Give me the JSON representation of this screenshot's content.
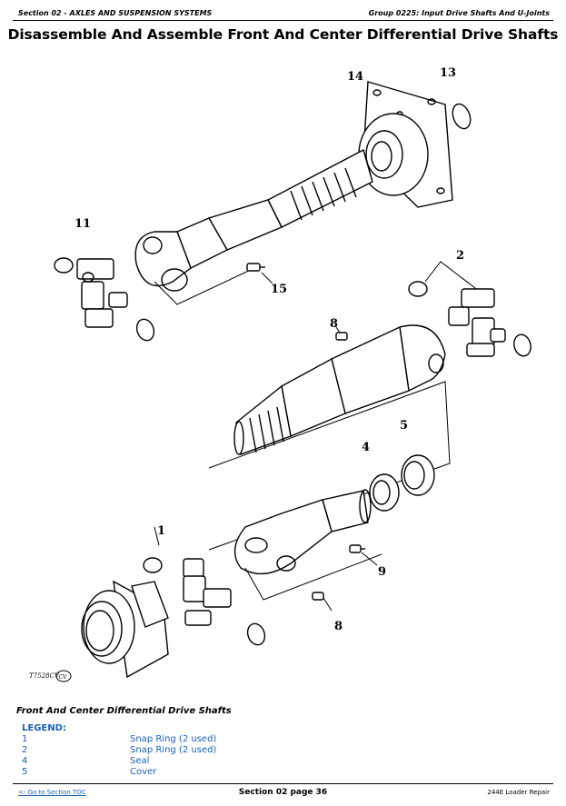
{
  "header": {
    "left": "Section 02 - AXLES AND SUSPENSION SYSTEMS",
    "right": "Group 0225: Input Drive Shafts And U-Joints"
  },
  "title": "Disassemble And Assemble Front And Center Differential Drive Shafts",
  "figure": {
    "callouts": {
      "c14": "14",
      "c13": "13",
      "c11": "11",
      "c15": "15",
      "c2": "2",
      "c8a": "8",
      "c5": "5",
      "c4": "4",
      "c1": "1",
      "c9": "9",
      "c8b": "8"
    },
    "code": "T7528CV",
    "code_tag": "CV"
  },
  "caption": "Front And Center Differential Drive Shafts",
  "legend": {
    "heading": "LEGEND:",
    "items": [
      {
        "num": "1",
        "text": "Snap Ring (2 used)"
      },
      {
        "num": "2",
        "text": "Snap Ring (2 used)"
      },
      {
        "num": "4",
        "text": "Seal"
      },
      {
        "num": "5",
        "text": "Cover"
      }
    ]
  },
  "footer": {
    "toc_link": "<- Go to Section TOC",
    "page": "Section 02 page 36",
    "doc": "244E Loader Repair"
  }
}
